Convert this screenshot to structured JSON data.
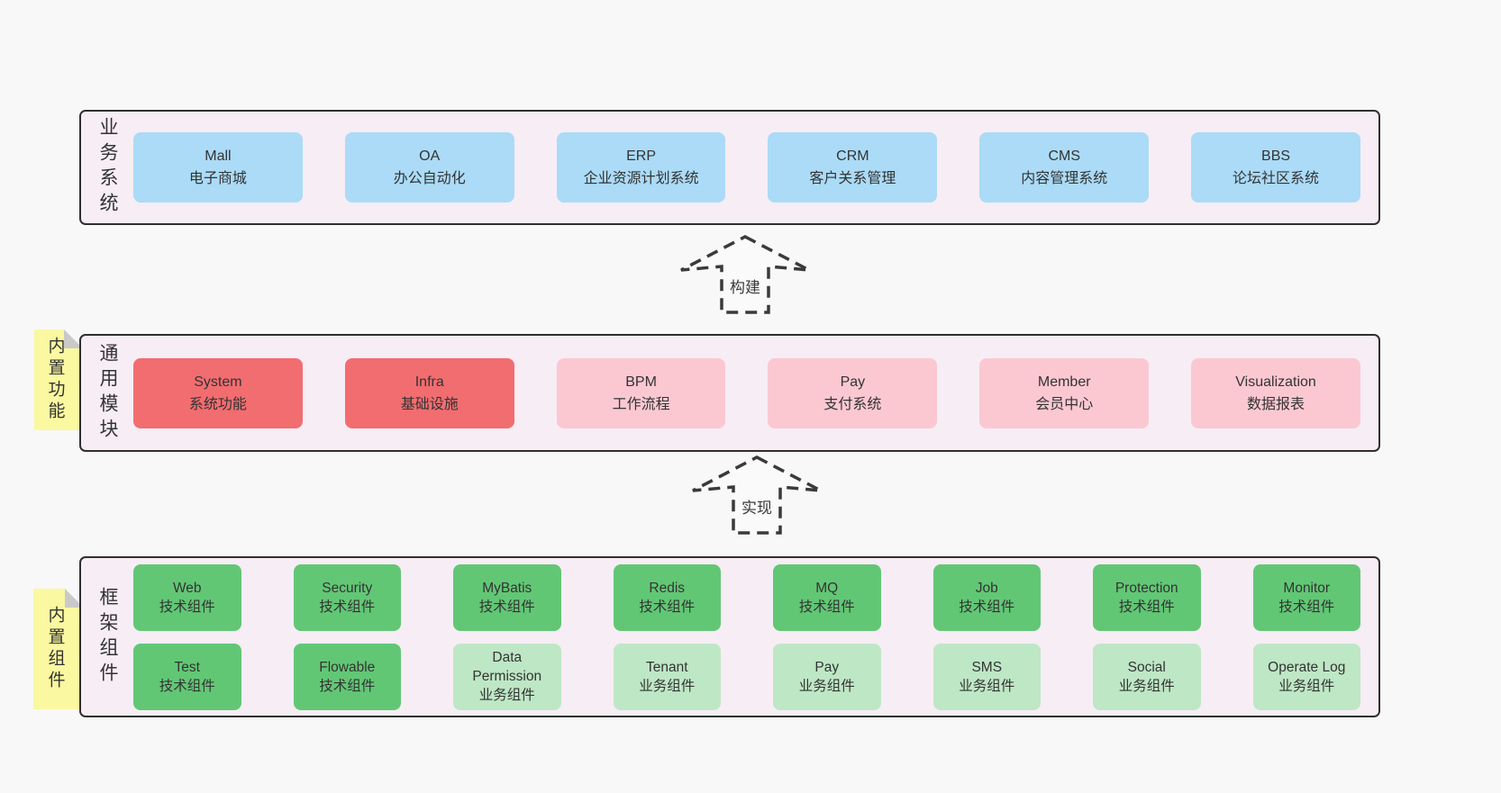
{
  "page": {
    "background": "#f8f8f8"
  },
  "colors": {
    "section_bg": "#f7edf5",
    "section_border": "#2f2f2f",
    "blue_box": "#abdbf7",
    "red_box": "#f26d70",
    "pink_box": "#fbc8d2",
    "green_box": "#62c775",
    "light_green_box": "#bee7c5",
    "sticky_yellow": "#faf8a0",
    "sticky_fold_gray": "#c9c9c9",
    "text": "#333333"
  },
  "arrows": [
    {
      "label": "构建"
    },
    {
      "label": "实现"
    }
  ],
  "sections": [
    {
      "label": "业务系统",
      "items": [
        {
          "name": "Mall",
          "desc": "电子商城"
        },
        {
          "name": "OA",
          "desc": "办公自动化"
        },
        {
          "name": "ERP",
          "desc": "企业资源计划系统"
        },
        {
          "name": "CRM",
          "desc": "客户关系管理"
        },
        {
          "name": "CMS",
          "desc": "内容管理系统"
        },
        {
          "name": "BBS",
          "desc": "论坛社区系统"
        }
      ]
    },
    {
      "label": "通用模块",
      "sticky": "内置功能",
      "items": [
        {
          "name": "System",
          "desc": "系统功能"
        },
        {
          "name": "Infra",
          "desc": "基础设施"
        },
        {
          "name": "BPM",
          "desc": "工作流程"
        },
        {
          "name": "Pay",
          "desc": "支付系统"
        },
        {
          "name": "Member",
          "desc": "会员中心"
        },
        {
          "name": "Visualization",
          "desc": "数据报表"
        }
      ]
    },
    {
      "label": "框架组件",
      "sticky": "内置组件",
      "rows": [
        [
          {
            "name": "Web",
            "desc": "技术组件"
          },
          {
            "name": "Security",
            "desc": "技术组件"
          },
          {
            "name": "MyBatis",
            "desc": "技术组件"
          },
          {
            "name": "Redis",
            "desc": "技术组件"
          },
          {
            "name": "MQ",
            "desc": "技术组件"
          },
          {
            "name": "Job",
            "desc": "技术组件"
          },
          {
            "name": "Protection",
            "desc": "技术组件"
          },
          {
            "name": "Monitor",
            "desc": "技术组件"
          }
        ],
        [
          {
            "name": "Test",
            "desc": "技术组件"
          },
          {
            "name": "Flowable",
            "desc": "技术组件"
          },
          {
            "name": "Data Permission",
            "desc": "业务组件"
          },
          {
            "name": "Tenant",
            "desc": "业务组件"
          },
          {
            "name": "Pay",
            "desc": "业务组件"
          },
          {
            "name": "SMS",
            "desc": "业务组件"
          },
          {
            "name": "Social",
            "desc": "业务组件"
          },
          {
            "name": "Operate Log",
            "desc": "业务组件"
          }
        ]
      ]
    }
  ]
}
